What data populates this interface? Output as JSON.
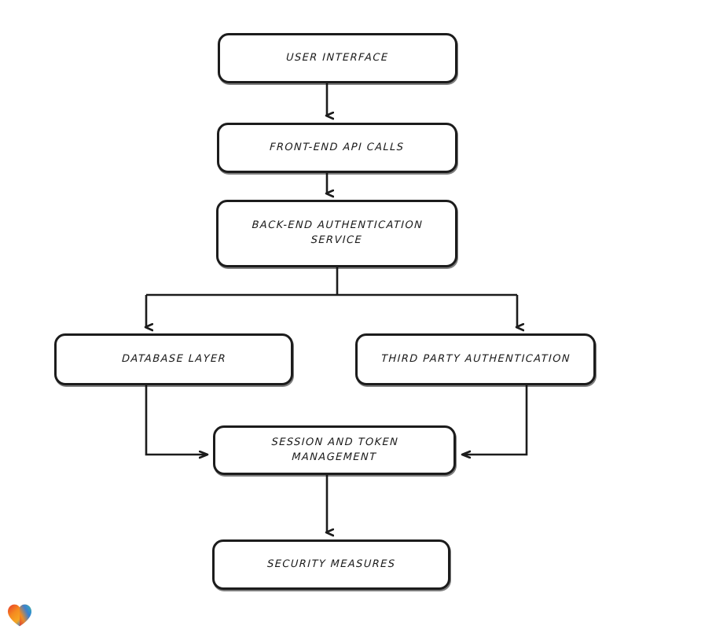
{
  "diagram": {
    "title_text_present": false,
    "style": {
      "background_color": "#ffffff",
      "node_fill": "#ffffff",
      "node_border_color": "#1c1c1c",
      "connector_color": "#1c1c1c",
      "text_color": "#1b1b1b"
    },
    "nodes": [
      {
        "id": "user_interface",
        "label": "USER INTERFACE"
      },
      {
        "id": "frontend_api",
        "label": "FRONT-END API CALLS"
      },
      {
        "id": "backend_auth",
        "label": "BACK-END AUTHENTICATION\nSERVICE"
      },
      {
        "id": "database_layer",
        "label": "DATABASE LAYER"
      },
      {
        "id": "third_party_auth",
        "label": "THIRD PARTY AUTHENTICATION"
      },
      {
        "id": "session_token",
        "label": "SESSION AND TOKEN\nMANAGEMENT"
      },
      {
        "id": "security_measures",
        "label": "SECURITY MEASURES"
      }
    ],
    "edges": [
      {
        "from": "user_interface",
        "to": "frontend_api",
        "label": "",
        "arrow": "down"
      },
      {
        "from": "frontend_api",
        "to": "backend_auth",
        "label": "",
        "arrow": "down"
      },
      {
        "from": "backend_auth",
        "to": "database_layer",
        "label": "",
        "arrow": "down-left-branch"
      },
      {
        "from": "backend_auth",
        "to": "third_party_auth",
        "label": "",
        "arrow": "down-right-branch"
      },
      {
        "from": "database_layer",
        "to": "session_token",
        "label": "",
        "arrow": "elbow-right"
      },
      {
        "from": "third_party_auth",
        "to": "session_token",
        "label": "",
        "arrow": "elbow-left"
      },
      {
        "from": "session_token",
        "to": "security_measures",
        "label": "",
        "arrow": "down"
      }
    ]
  },
  "footer": {
    "heart_icon_name": "gradient-heart-icon",
    "heart_colors": [
      "#e8372a",
      "#f58a1f",
      "#f5a623",
      "#2a7de1",
      "#1fb6c1"
    ]
  }
}
